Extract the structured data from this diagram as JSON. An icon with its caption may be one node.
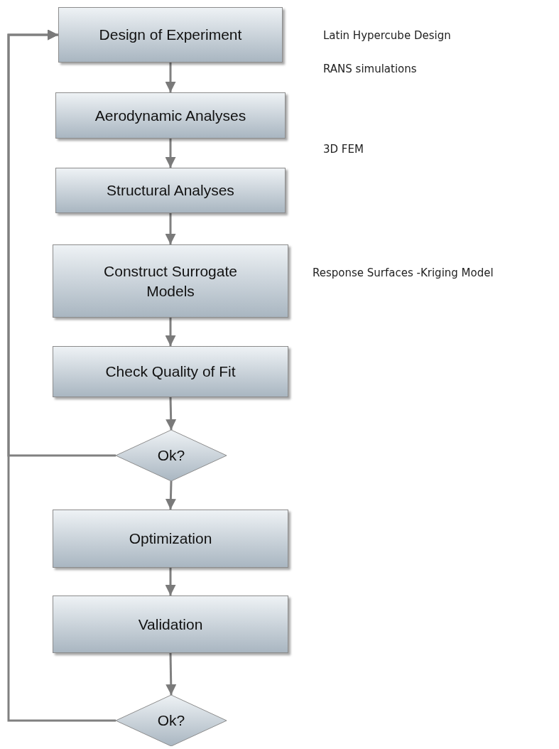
{
  "diagram": {
    "nodes": [
      {
        "text": [
          "Design of Experiment"
        ],
        "beside": [
          "Latin Hypercube Design"
        ]
      },
      {
        "text": [
          "Aerodynamic Analyses"
        ]
      },
      {
        "text": [
          "Structural Analyses"
        ],
        "beside": [
          "3D FEM"
        ]
      },
      {
        "text": [
          "Construct Surrogate Models"
        ],
        "beside": [
          "Response Surfaces -Kriging Model"
        ]
      },
      {
        "text": [
          "Check Quality of Fit"
        ]
      },
      {
        "text": [
          "Ok?"
        ]
      },
      {
        "text": [
          "Optimization"
        ]
      },
      {
        "text": [
          "Validation"
        ]
      },
      {
        "text": [
          "Ok?"
        ]
      }
    ],
    "edges": [
      {
        "from": 0,
        "to": 1,
        "arrow": "to"
      },
      {
        "from": 1,
        "to": 2,
        "arrow": "to"
      },
      {
        "from": 2,
        "to": 3,
        "arrow": "to"
      },
      {
        "from": 3,
        "to": 4,
        "arrow": "to"
      },
      {
        "from": 4,
        "to": 5,
        "arrow": "to"
      },
      {
        "from": 5,
        "to": 6,
        "arrow": "to"
      },
      {
        "from": 6,
        "to": 7,
        "arrow": "to"
      },
      {
        "from": 7,
        "to": 8,
        "arrow": "to"
      },
      {
        "from": 5,
        "to": 0,
        "arrow": "to"
      },
      {
        "from": 8,
        "to": 0,
        "arrow": "to"
      }
    ],
    "labels": [
      "RANS simulations"
    ]
  }
}
